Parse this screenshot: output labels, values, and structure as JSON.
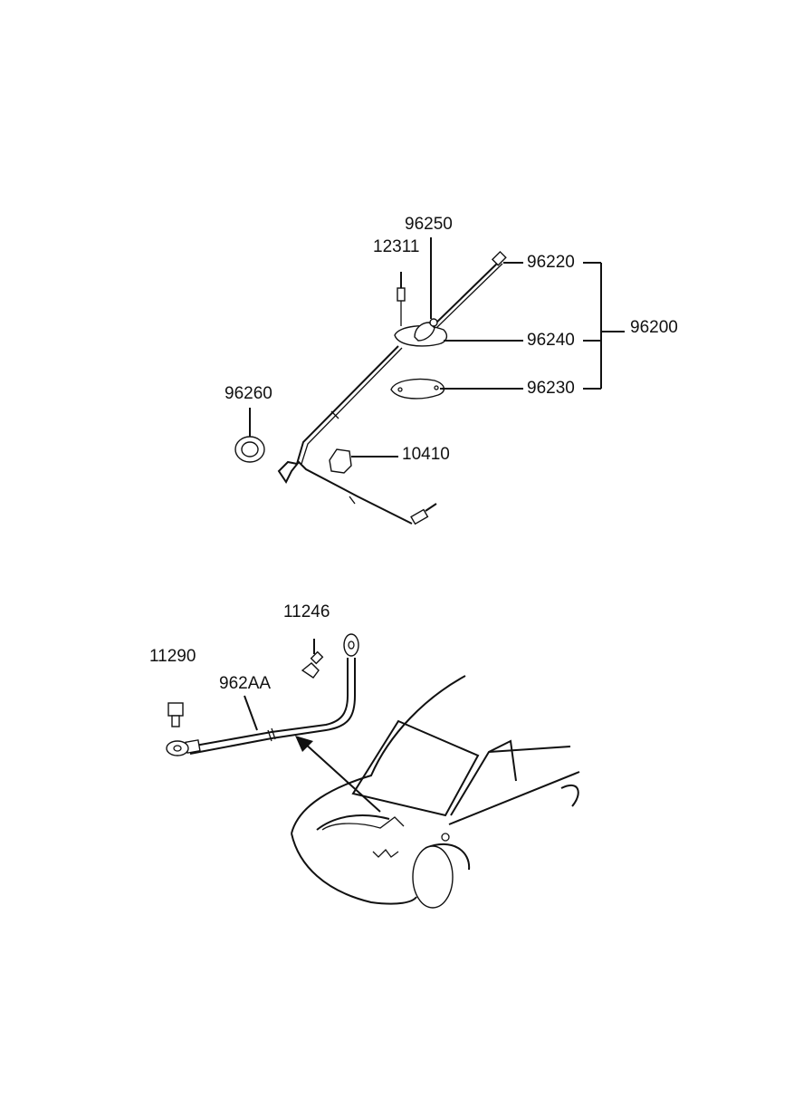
{
  "upper_assembly": {
    "labels": {
      "p96250": "96250",
      "p12311": "12311",
      "p96220": "96220",
      "p96240": "96240",
      "p96230": "96230",
      "p96200": "96200",
      "p96260": "96260",
      "p10410": "10410"
    }
  },
  "lower_assembly": {
    "labels": {
      "p11246": "11246",
      "p11290": "11290",
      "p962AA": "962AA"
    }
  }
}
